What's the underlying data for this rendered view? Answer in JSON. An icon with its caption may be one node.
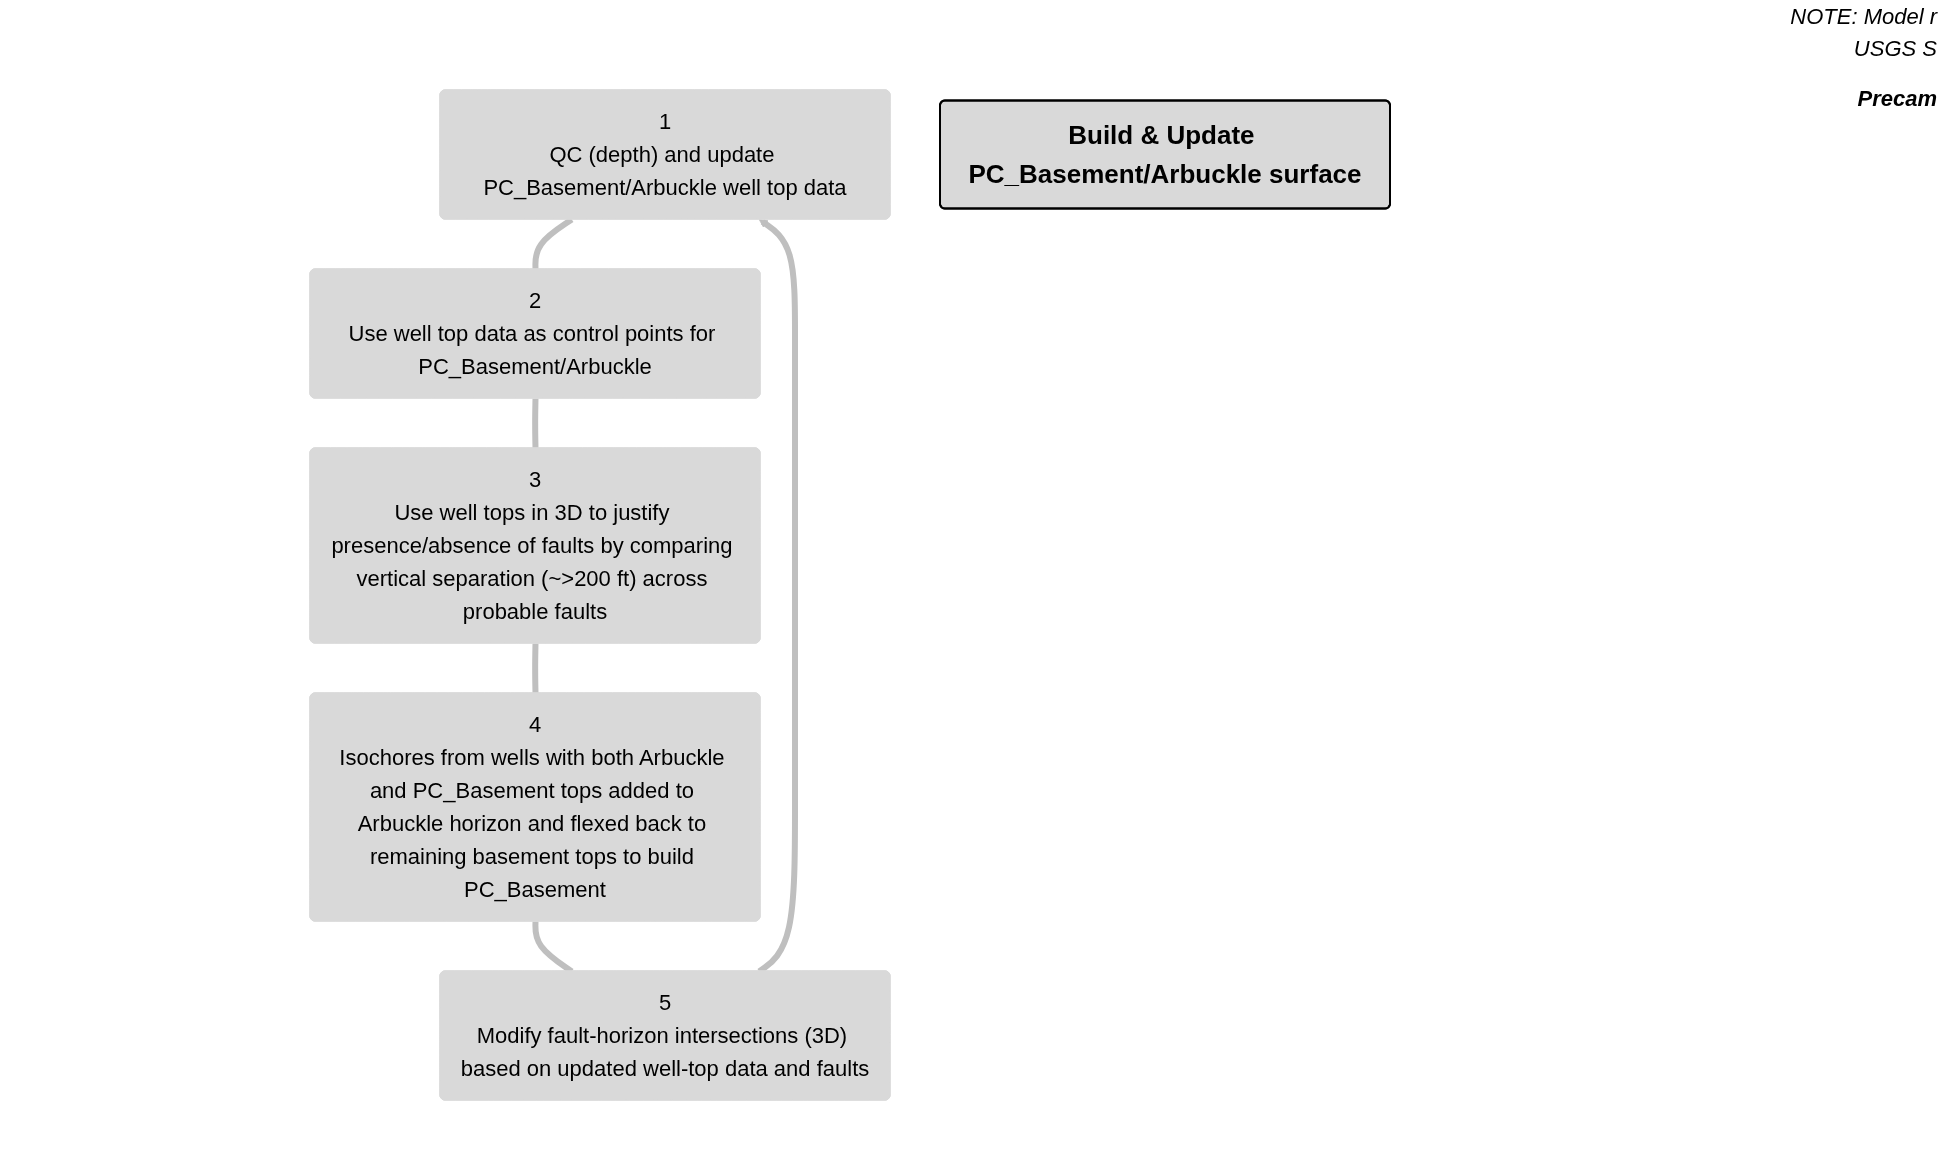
{
  "diagram": {
    "nodes": [
      {
        "text": [
          "1",
          "QC (depth) and update PC_Basement/Arbuckle well top data"
        ]
      },
      {
        "text": [
          "2",
          "Use well top data as control points for PC_Basement/Arbuckle"
        ]
      },
      {
        "text": [
          "3",
          "Use well tops in 3D to justify presence/absence of faults by comparing vertical separation (~>200 ft) across probable faults"
        ]
      },
      {
        "text": [
          "4",
          "Isochores from wells with both Arbuckle and PC_Basement tops added to Arbuckle horizon and flexed back to remaining basement tops to build PC_Basement"
        ]
      },
      {
        "text": [
          "5",
          "Modify fault-horizon intersections (3D) based on updated well-top data and faults"
        ]
      },
      {
        "text": [
          "Build & Update PC_Basement/Arbuckle surface"
        ]
      }
    ],
    "edges": [
      {
        "from": 0,
        "to": 1,
        "arrow": "none"
      },
      {
        "from": 1,
        "to": 2,
        "arrow": "none"
      },
      {
        "from": 2,
        "to": 3,
        "arrow": "none"
      },
      {
        "from": 3,
        "to": 4,
        "arrow": "none"
      },
      {
        "from": 4,
        "to": 0,
        "arrow": "to"
      }
    ],
    "labels": [
      "NOTE: Model r",
      "USGS S",
      "Precam"
    ]
  }
}
